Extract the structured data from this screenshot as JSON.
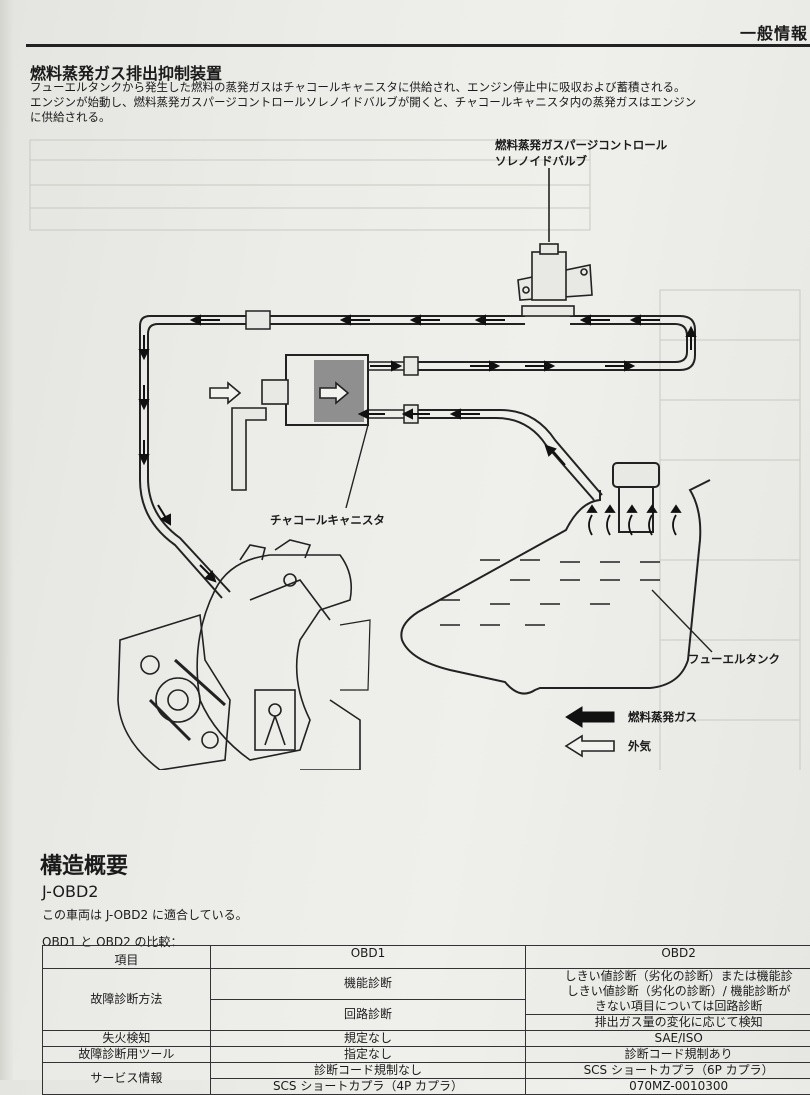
{
  "header": {
    "section": "一般情報"
  },
  "evap": {
    "title": "燃料蒸発ガス排出抑制装置",
    "intro": "フューエルタンクから発生した燃料の蒸発ガスはチャコールキャニスタに供給され、エンジン停止中に吸収および蓄積される。\nエンジンが始動し、燃料蒸発ガスパージコントロールソレノイドバルブが開くと、チャコールキャニスタ内の蒸発ガスはエンジン\nに供給される。",
    "labels": {
      "purge_valve": "燃料蒸発ガスパージコントロール\nソレノイドバルブ",
      "canister": "チャコールキャニスタ",
      "fuel_tank": "フューエルタンク"
    },
    "legend": {
      "vapor": "燃料蒸発ガス",
      "air": "外気"
    },
    "colors": {
      "vapor_arrow": "#111111",
      "canister_fill": "#8f8f8f"
    }
  },
  "overview": {
    "heading": "構造概要",
    "subheading": "J-OBD2",
    "statement": "この車両は J-OBD2 に適合している。",
    "comparison_caption": "OBD1 と OBD2 の比較：",
    "table": {
      "headers": [
        "項目",
        "OBD1",
        "OBD2"
      ],
      "rows": [
        {
          "item": "故障診断方法",
          "obd1": "機能診断",
          "obd2": "しきい値診断（劣化の診断）または機能診"
        },
        {
          "item": "",
          "obd1": "",
          "obd2": "しきい値診断（劣化の診断）/ 機能診断が"
        },
        {
          "item": "",
          "obd1": "回路診断",
          "obd2": "きない項目については回路診断"
        },
        {
          "item": "",
          "obd1": "",
          "obd2": "排出ガス量の変化に応じて検知"
        },
        {
          "item": "失火検知",
          "obd1": "規定なし",
          "obd2": "SAE/ISO"
        },
        {
          "item": "故障診断用ツール",
          "obd1": "指定なし",
          "obd2": "診断コード規制あり"
        },
        {
          "item": "サービス情報",
          "obd1": "診断コード規制なし",
          "obd2": "SCS ショートカプラ（6P カプラ）"
        },
        {
          "item": "",
          "obd1": "SCS ショートカプラ（4P カプラ）",
          "obd2": "070MZ-0010300"
        }
      ]
    }
  }
}
